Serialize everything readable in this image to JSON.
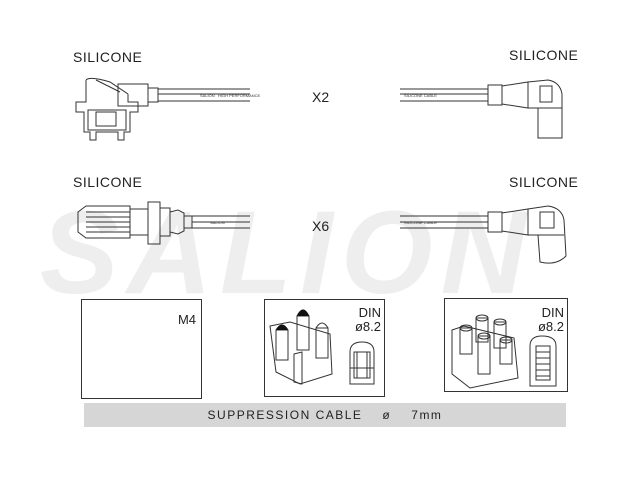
{
  "watermark": "SALION",
  "rows": [
    {
      "left_label": "SILICONE",
      "right_label": "SILICONE",
      "multiplier": "X2",
      "cable_print_left": "SALION",
      "cable_print_left2": "HIGH PERFORMANCE",
      "cable_print_right": "SILICONE CABLE"
    },
    {
      "left_label": "SILICONE",
      "right_label": "SILICONE",
      "multiplier": "X6",
      "cable_print_left": "SALION",
      "cable_print_right": "SILICONE CABLE"
    }
  ],
  "boxes": [
    {
      "label": "M4",
      "label2": ""
    },
    {
      "label": "DIN",
      "label2": "ø8.2"
    },
    {
      "label": "DIN",
      "label2": "ø8.2"
    }
  ],
  "footer": {
    "text": "SUPPRESSION CABLE",
    "diameter_symbol": "ø",
    "size": "7mm"
  }
}
